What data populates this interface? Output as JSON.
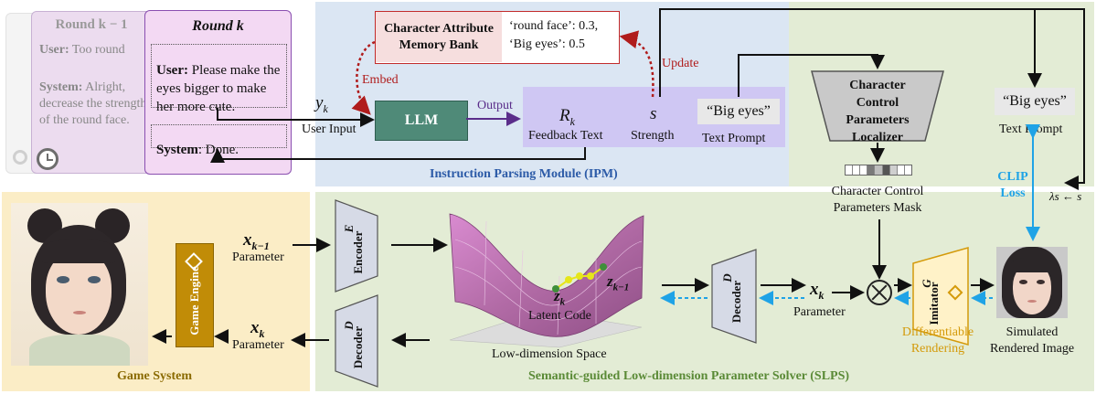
{
  "dialogue": {
    "round_prev_title": "Round k − 1",
    "round_prev_user_label": "User:",
    "round_prev_user_text": "Too round",
    "round_prev_system_label": "System:",
    "round_prev_system_text": "Alright, decrease the strength of the round face.",
    "round_k_title": "Round k",
    "user_label": "User:",
    "user_text": "Please make the eyes bigger to make her more cute.",
    "system_label": "System",
    "system_text": ": Done."
  },
  "ipm": {
    "title": "Instruction Parsing Module (IPM)",
    "memory_bank": "Character Attribute Memory Bank",
    "memory_content_1": "‘round face’: 0.3,",
    "memory_content_2": "‘Big eyes’: 0.5",
    "embed_label": "Embed",
    "update_label": "Update",
    "llm_label": "LLM",
    "output_label": "Output",
    "user_input_symbol": "y",
    "user_input_sub": "k",
    "user_input_label": "User Input",
    "feedback_symbol": "R",
    "feedback_sub": "k",
    "feedback_label": "Feedback Text",
    "strength_symbol": "s",
    "strength_label": "Strength",
    "prompt_value": "“Big eyes”",
    "prompt_label": "Text Prompt"
  },
  "localizer": {
    "title": "Character Control Parameters Localizer",
    "mask_label_1": "Character Control",
    "mask_label_2": "Parameters  Mask"
  },
  "clip": {
    "prompt_value": "“Big eyes”",
    "prompt_label": "Text Prompt",
    "loss_label_1": "CLIP",
    "loss_label_2": "Loss",
    "lambda_label": "λs ← s"
  },
  "game": {
    "title": "Game System",
    "engine_label": "Game Engine",
    "param_prev_symbol": "x",
    "param_prev_sub": "k−1",
    "param_label": "Parameter",
    "param_out_symbol": "x",
    "param_out_sub": "k"
  },
  "slps": {
    "title": "Semantic-guided Low-dimension Parameter Solver (SLPS)",
    "encoder_letter": "E",
    "encoder_label": "Encoder",
    "decoder_letter": "D",
    "decoder_label": "Decoder",
    "latent_label": "Latent Code",
    "z_k": "z",
    "z_k_sub": "k",
    "z_prev": "z",
    "z_prev_sub": "k−1",
    "space_label": "Low-dimension Space",
    "param_symbol": "x",
    "param_sub": "k",
    "param_label": "Parameter",
    "imitator_letter": "G",
    "imitator_label": "Imitator",
    "diff_label_1": "Differentiable",
    "diff_label_2": "Rendering",
    "sim_label_1": "Simulated",
    "sim_label_2": "Rendered Image"
  },
  "colors": {
    "ipm_bg": "#dbe6f3",
    "slps_bg": "#e3ecd5",
    "game_bg": "#fbedc6",
    "round_k_bg": "#f3d9f3",
    "round_k_border": "#8a4fb0",
    "llm": "#4f8a78",
    "prompt_strip": "#cfc7f3",
    "engine": "#c18c07",
    "accent_red": "#b01c1c",
    "accent_blue": "#1fa3e6",
    "accent_gold": "#d49a0a",
    "ipm_title": "#2b5aa7",
    "slps_title": "#5a8a36",
    "game_title": "#8a6a00",
    "trapezoid": "#d6dae6"
  }
}
